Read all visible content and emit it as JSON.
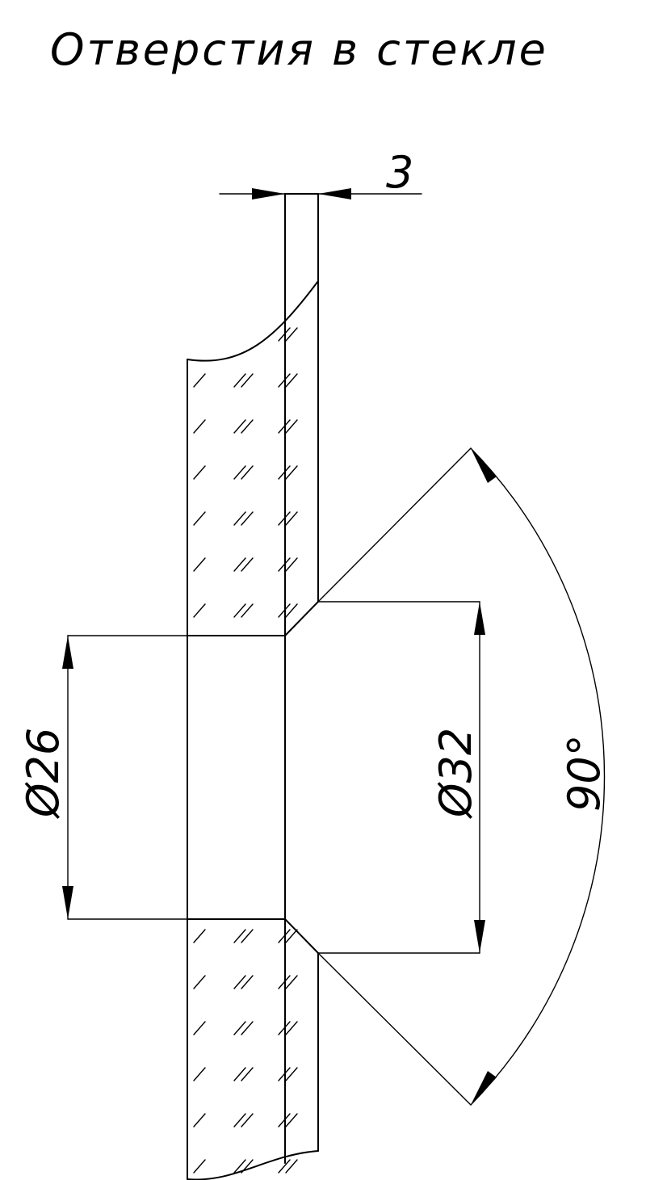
{
  "title": "Отверстия в стекле",
  "dimensions": {
    "thickness": "3",
    "inner_diameter": "Ø26",
    "outer_diameter": "Ø32",
    "countersink_angle": "90°"
  }
}
